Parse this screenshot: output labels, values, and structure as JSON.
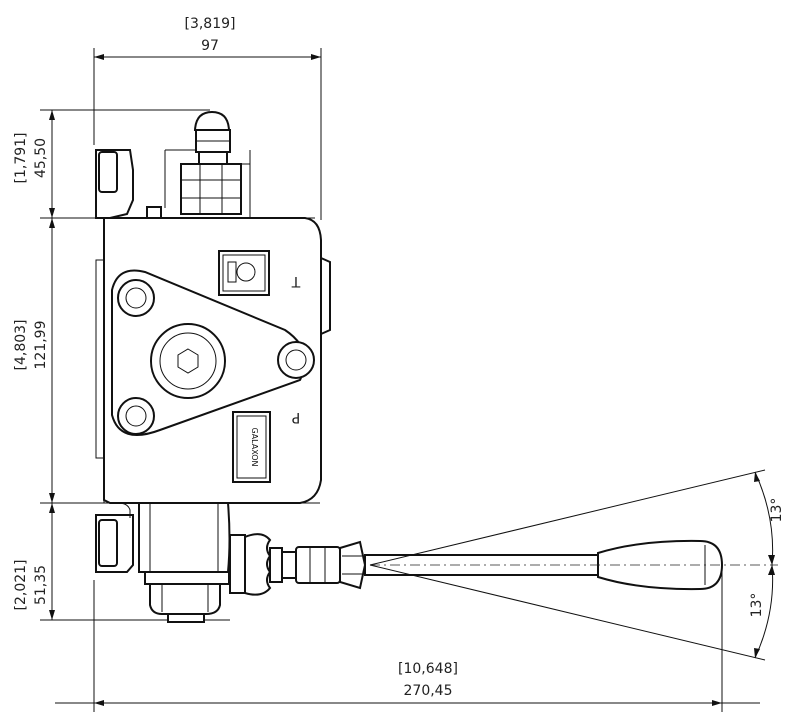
{
  "dimensions": {
    "width_in": "[3,819]",
    "width_mm": "97",
    "top_in": "[1,791]",
    "top_mm": "45,50",
    "mid_in": "[4,803]",
    "mid_mm": "121,99",
    "low_in": "[2,021]",
    "low_mm": "51,35",
    "total_in": "[10,648]",
    "total_mm": "270,45",
    "angle_up": "13°",
    "angle_down": "13°"
  },
  "labels": {
    "port_t": "T",
    "port_p": "P",
    "nameplate": "GALAXON"
  },
  "colors": {
    "line": "#111111",
    "background": "#ffffff"
  }
}
